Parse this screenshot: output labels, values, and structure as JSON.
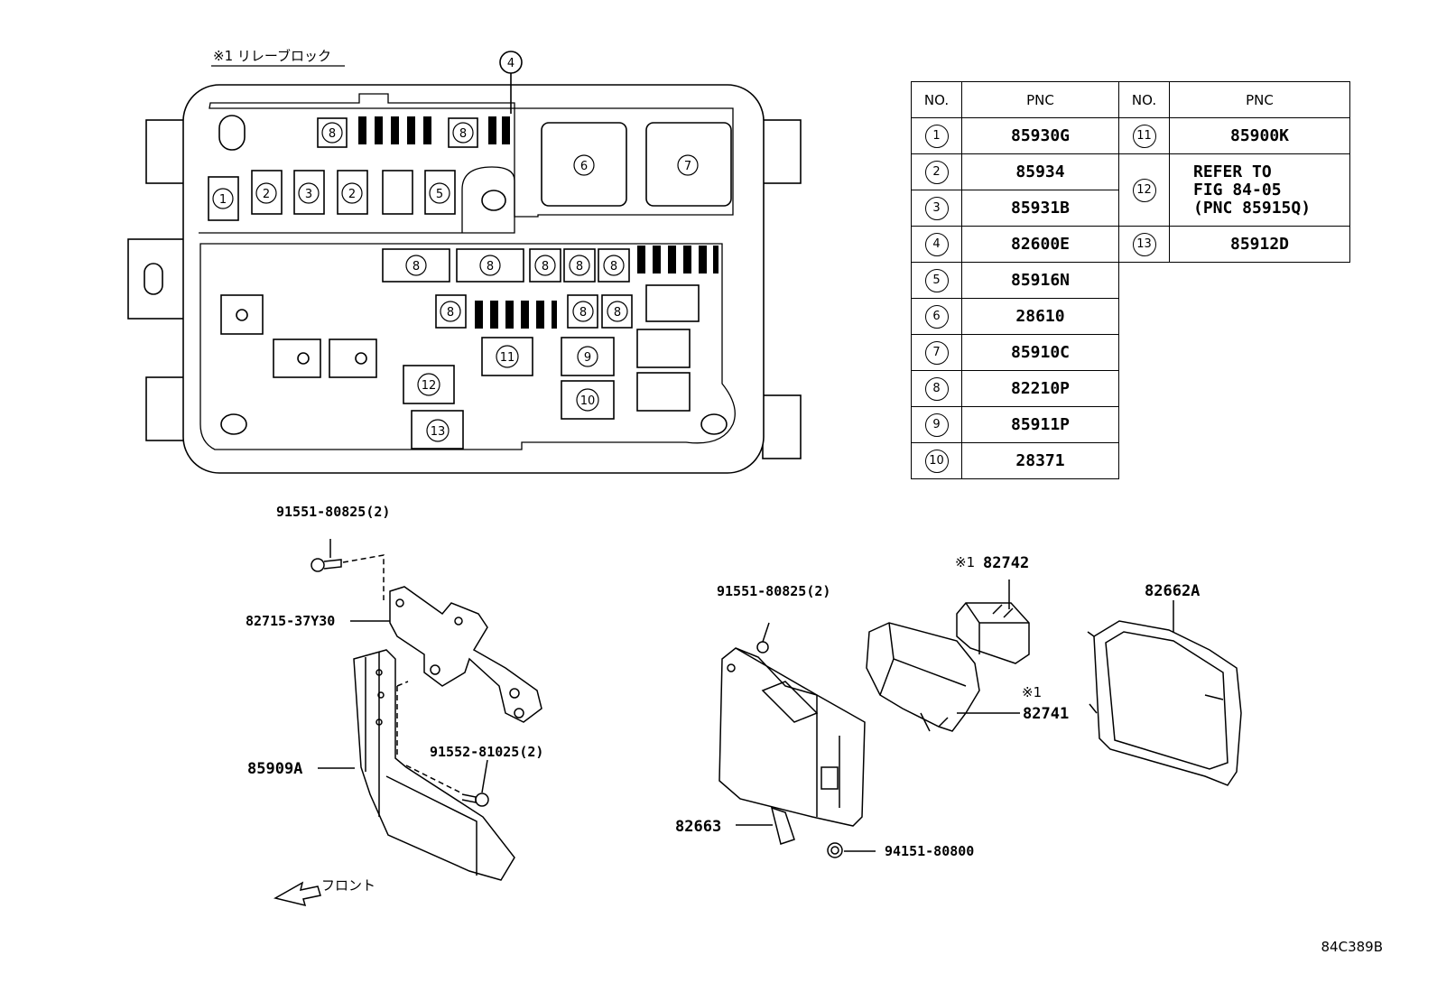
{
  "relay_block_title": "※1 リレーブロック",
  "callout_4": "4",
  "block_numbers": {
    "n1": "1",
    "n2": "2",
    "n3": "3",
    "n5": "5",
    "n6": "6",
    "n7": "7",
    "n8": "8",
    "n9": "9",
    "n10": "10",
    "n11": "11",
    "n12": "12",
    "n13": "13"
  },
  "table": {
    "header_no": "NO.",
    "header_pnc": "PNC",
    "left_rows": [
      {
        "no": "1",
        "pnc": "85930G"
      },
      {
        "no": "2",
        "pnc": "85934"
      },
      {
        "no": "3",
        "pnc": "85931B"
      },
      {
        "no": "4",
        "pnc": "82600E"
      },
      {
        "no": "5",
        "pnc": "85916N"
      },
      {
        "no": "6",
        "pnc": "28610"
      },
      {
        "no": "7",
        "pnc": "85910C"
      },
      {
        "no": "8",
        "pnc": "82210P"
      },
      {
        "no": "9",
        "pnc": "85911P"
      },
      {
        "no": "10",
        "pnc": "28371"
      }
    ],
    "right_rows": [
      {
        "no": "11",
        "pnc": "85900K"
      },
      {
        "no": "12",
        "pnc_line1": "REFER TO",
        "pnc_line2": "FIG 84-05",
        "pnc_line3": "(PNC 85915Q)"
      },
      {
        "no": "13",
        "pnc": "85912D"
      }
    ]
  },
  "parts": {
    "bolt_left": "91551-80825(2)",
    "bracket_upper": "82715-37Y30",
    "bracket_lower": "85909A",
    "bolt_lower": "91552-81025(2)",
    "front_label": "フロント",
    "bolt_right": "91551-80825(2)",
    "relay_top_mark": "※1",
    "relay_top": "82742",
    "relay_bottom_mark": "※1",
    "relay_bottom": "82741",
    "cover": "82662A",
    "ecu": "82663",
    "nut": "94151-80800"
  },
  "figure_code": "84C389B"
}
